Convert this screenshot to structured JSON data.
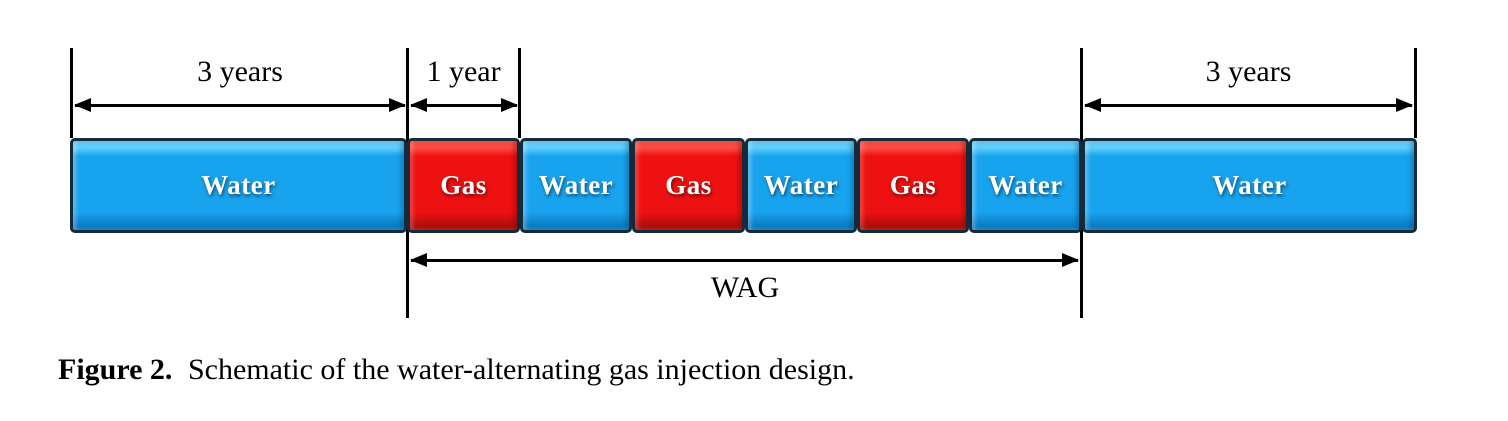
{
  "annotations": {
    "left_duration": "3 years",
    "cycle_duration": "1 year",
    "right_duration": "3 years",
    "wag_label": "WAG"
  },
  "bar": {
    "segments": [
      {
        "label": "Water",
        "type": "water"
      },
      {
        "label": "Gas",
        "type": "gas"
      },
      {
        "label": "Water",
        "type": "water"
      },
      {
        "label": "Gas",
        "type": "gas"
      },
      {
        "label": "Water",
        "type": "water"
      },
      {
        "label": "Gas",
        "type": "gas"
      },
      {
        "label": "Water",
        "type": "water"
      },
      {
        "label": "Water",
        "type": "water"
      }
    ]
  },
  "caption": {
    "label": "Figure 2.",
    "text": "Schematic of the water-alternating gas injection design."
  },
  "colors": {
    "water_fill": "#18a3ee",
    "water_highlight": "#5ecdf9",
    "water_shadow": "#0a7cc2",
    "gas_fill": "#ee1111",
    "gas_highlight": "#fb4a42",
    "gas_shadow": "#b30d0d",
    "border": "#152b3a",
    "arrow": "#000000"
  }
}
